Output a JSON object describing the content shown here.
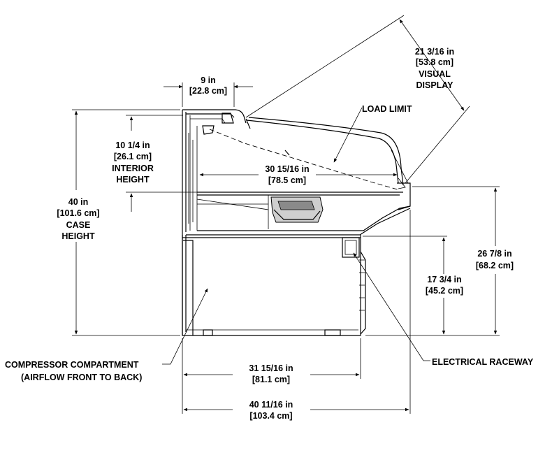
{
  "labels": {
    "visual_display": [
      "21 3/16 in",
      "[53.8 cm]",
      "VISUAL",
      "DISPLAY"
    ],
    "top_depth": [
      "9 in",
      "[22.8 cm]"
    ],
    "load_limit": "LOAD LIMIT",
    "interior_height": [
      "10 1/4 in",
      "[26.1 cm]",
      "INTERIOR",
      "HEIGHT"
    ],
    "interior_depth": [
      "30 15/16 in",
      "[78.5 cm]"
    ],
    "case_height": [
      "40 in",
      "[101.6 cm]",
      "CASE",
      "HEIGHT"
    ],
    "front_height": [
      "26 7/8 in",
      "[68.2 cm]"
    ],
    "deck_height": [
      "17 3/4 in",
      "[45.2 cm]"
    ],
    "compressor": [
      "COMPRESSOR COMPARTMENT",
      "(AIRFLOW FRONT TO BACK)"
    ],
    "electrical": "ELECTRICAL RACEWAY",
    "base_depth": [
      "31 15/16 in",
      "[81.1 cm]"
    ],
    "overall_depth": [
      "40 11/16 in",
      "[103.4 cm]"
    ]
  }
}
